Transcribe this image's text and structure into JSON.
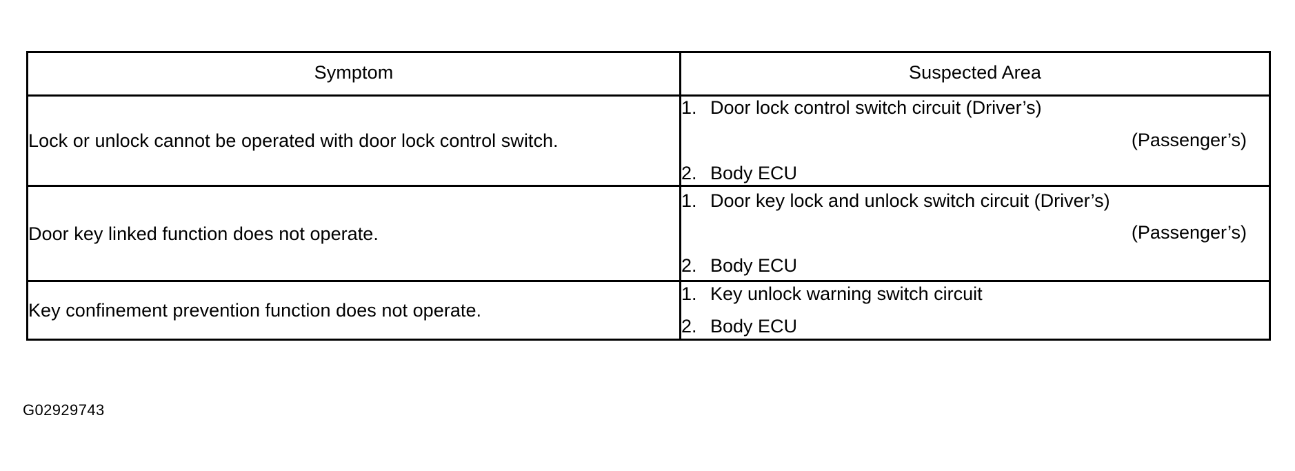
{
  "table": {
    "headers": [
      "Symptom",
      "Suspected Area"
    ],
    "rows": [
      {
        "symptom": "Lock or unlock cannot be operated with door lock control switch.",
        "suspected_area": [
          {
            "number": "1.",
            "text": "Door lock control switch circuit (Driver’s)",
            "sub": "(Passenger’s)"
          },
          {
            "number": "2.",
            "text": "Body ECU",
            "sub": ""
          }
        ]
      },
      {
        "symptom": "Door key linked function does not operate.",
        "suspected_area": [
          {
            "number": "1.",
            "text": "Door key lock and unlock switch circuit (Driver’s)",
            "sub": "(Passenger’s)"
          },
          {
            "number": "2.",
            "text": "Body ECU",
            "sub": ""
          }
        ]
      },
      {
        "symptom": "Key confinement prevention function does not operate.",
        "suspected_area": [
          {
            "number": "1.",
            "text": "Key unlock warning switch circuit",
            "sub": ""
          },
          {
            "number": "2.",
            "text": "Body ECU",
            "sub": ""
          }
        ]
      }
    ]
  },
  "footer": {
    "code": "G02929743"
  },
  "colors": {
    "background": "#ffffff",
    "text": "#000000",
    "border": "#000000"
  }
}
